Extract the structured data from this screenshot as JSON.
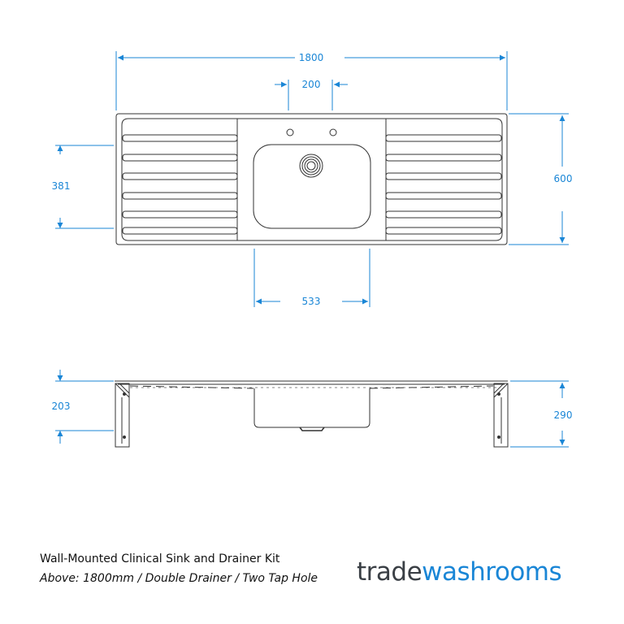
{
  "dimensions": {
    "overall_width": "1800",
    "tap_spacing": "200",
    "drainer_span": "381",
    "overall_depth": "600",
    "bowl_width": "533",
    "frame_height": "203",
    "overall_height": "290"
  },
  "caption": {
    "title": "Wall-Mounted Clinical Sink and Drainer Kit",
    "subtitle": "Above: 1800mm / Double Drainer / Two Tap Hole"
  },
  "logo": {
    "part1": "trade",
    "part2": "washrooms"
  },
  "colors": {
    "dimension": "#1a86d6",
    "line": "#333333",
    "brand_accent": "#1a86d6",
    "brand_dark": "#3a3f45"
  }
}
